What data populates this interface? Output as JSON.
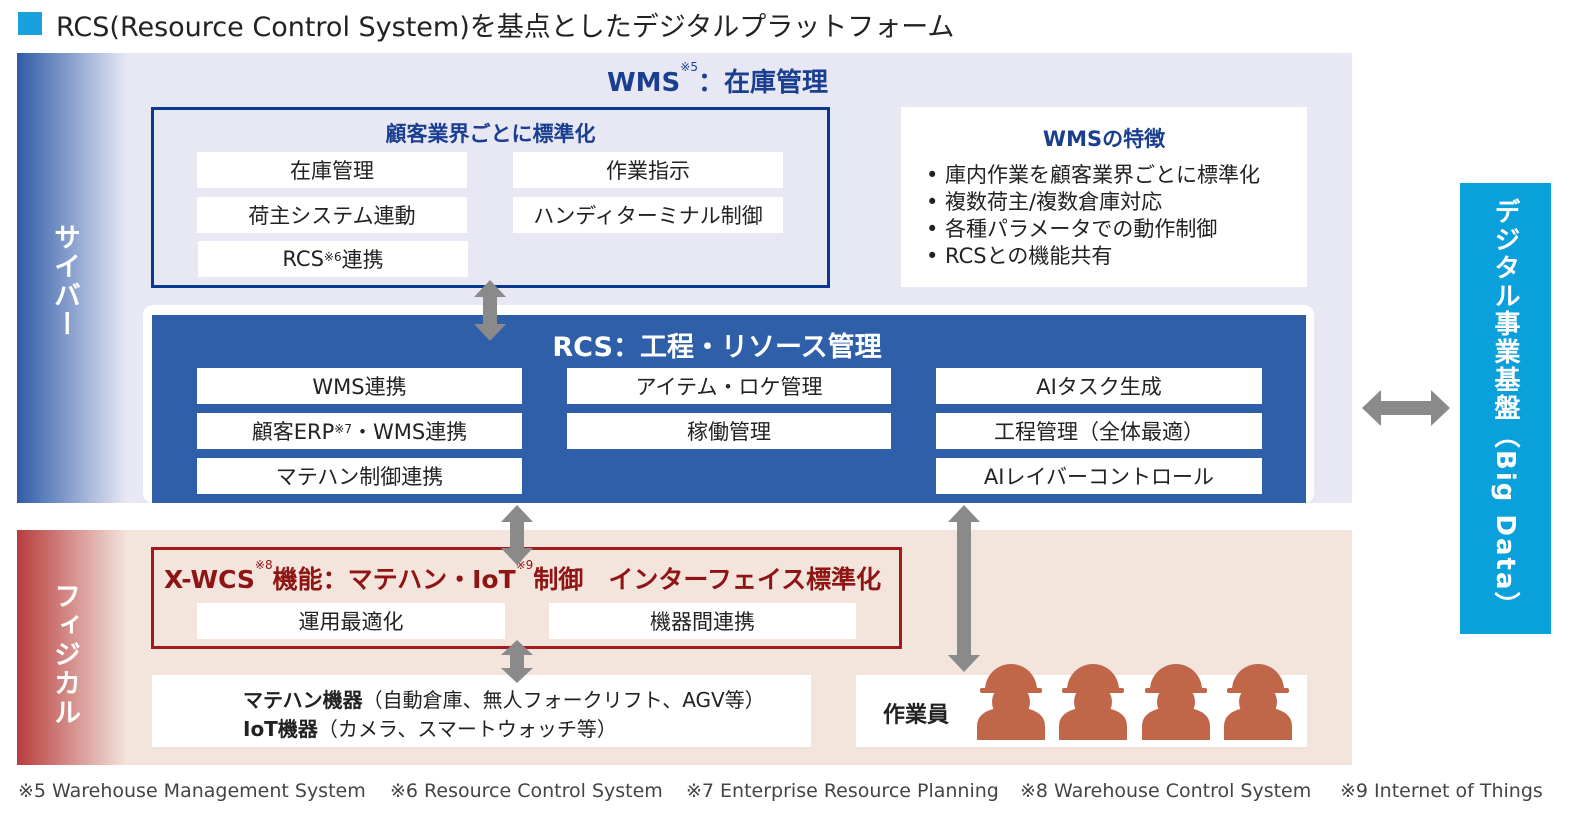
{
  "title": "RCS(Resource Control System)を基点としたデジタルプラットフォーム",
  "colors": {
    "accent": "#1aa0dc",
    "cyber_blue": "#2e5fa8",
    "wms_blue": "#1a3f91",
    "physical_red": "#a01c1c",
    "worker": "#c0674a",
    "arrow": "#8a8a8a"
  },
  "cyber": {
    "label": "サイバー",
    "wms": {
      "heading": "WMS",
      "heading_note": "※5",
      "heading_suffix": "：在庫管理",
      "sub_heading": "顧客業界ごとに標準化",
      "items": [
        "在庫管理",
        "作業指示",
        "荷主システム連動",
        "ハンディターミナル制御"
      ],
      "rcs_item": {
        "prefix": "RCS",
        "note": "※6",
        "suffix": "連携"
      }
    },
    "features": {
      "title": "WMSの特徴",
      "bullets": [
        "• 庫内作業を顧客業界ごとに標準化",
        "• 複数荷主/複数倉庫対応",
        "• 各種パラメータでの動作制御",
        "• RCSとの機能共有"
      ]
    },
    "rcs": {
      "heading": "RCS：工程・リソース管理",
      "col1": [
        "WMS連携",
        "マテハン制御連携"
      ],
      "erp": {
        "prefix": "顧客ERP",
        "note": "※7",
        "suffix": "・WMS連携"
      },
      "col2": [
        "アイテム・ロケ管理",
        "稼働管理"
      ],
      "col3": [
        "AIタスク生成",
        "工程管理（全体最適）",
        "AIレイバーコントロール"
      ]
    }
  },
  "physical": {
    "label": "フィジカル",
    "xwcs": {
      "p1": "X-WCS",
      "n1": "※8",
      "p2": "機能：マテハン・IoT",
      "n2": "※9",
      "p3": "制御　インターフェイス標準化",
      "items": [
        "運用最適化",
        "機器間連携"
      ]
    },
    "machines": [
      {
        "name": "マテハン機器",
        "detail": "（自動倉庫、無人フォークリフト、AGV等）"
      },
      {
        "name": "IoT機器",
        "detail": "（カメラ、スマートウォッチ等）"
      }
    ],
    "workers": {
      "label": "作業員",
      "count": 4
    }
  },
  "big_data": "デジタル事業基盤（Big Data）",
  "footnotes": [
    "※5 Warehouse Management System",
    "※6 Resource Control System",
    "※7 Enterprise Resource Planning",
    "※8 Warehouse Control System",
    "※9 Internet of Things"
  ]
}
